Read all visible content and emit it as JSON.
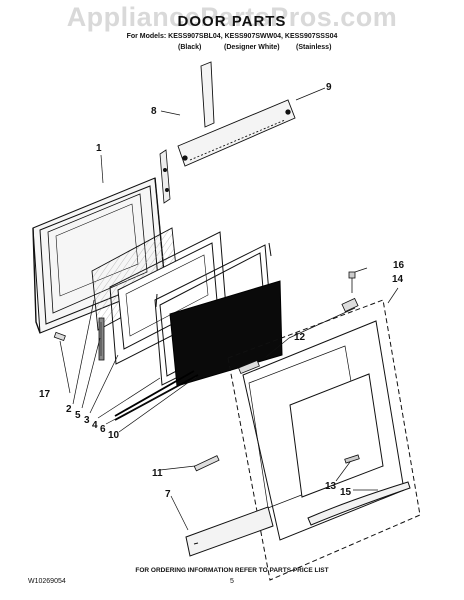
{
  "watermark": "AppliancePartsPros.com",
  "title": "DOOR PARTS",
  "models_line": "For Models: KESS907SBL04, KESS907SWW04, KESS907SSS04",
  "variants": [
    "(Black)",
    "(Designer White)",
    "(Stainless)"
  ],
  "callouts": [
    "1",
    "9",
    "8",
    "16",
    "14",
    "12",
    "17",
    "2",
    "5",
    "3",
    "4",
    "6",
    "10",
    "11",
    "13",
    "15",
    "7"
  ],
  "footer": "FOR ORDERING INFORMATION REFER TO PARTS PRICE LIST",
  "doc_number": "W10269054",
  "page_number": "5"
}
